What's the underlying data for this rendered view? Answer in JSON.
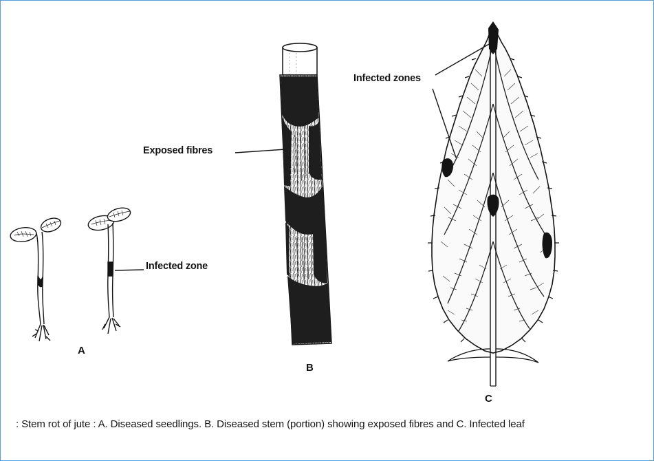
{
  "labels": {
    "infected_zones": "Infected zones",
    "exposed_fibres": "Exposed fibres",
    "infected_zone": "Infected zone",
    "letter_a": "A",
    "letter_b": "B",
    "letter_c": "C"
  },
  "caption": ": Stem rot of jute : A. Diseased seedlings. B. Diseased stem (portion) showing exposed fibres and C. Infected leaf",
  "colors": {
    "border": "#5b9bd5",
    "ink": "#141414"
  }
}
